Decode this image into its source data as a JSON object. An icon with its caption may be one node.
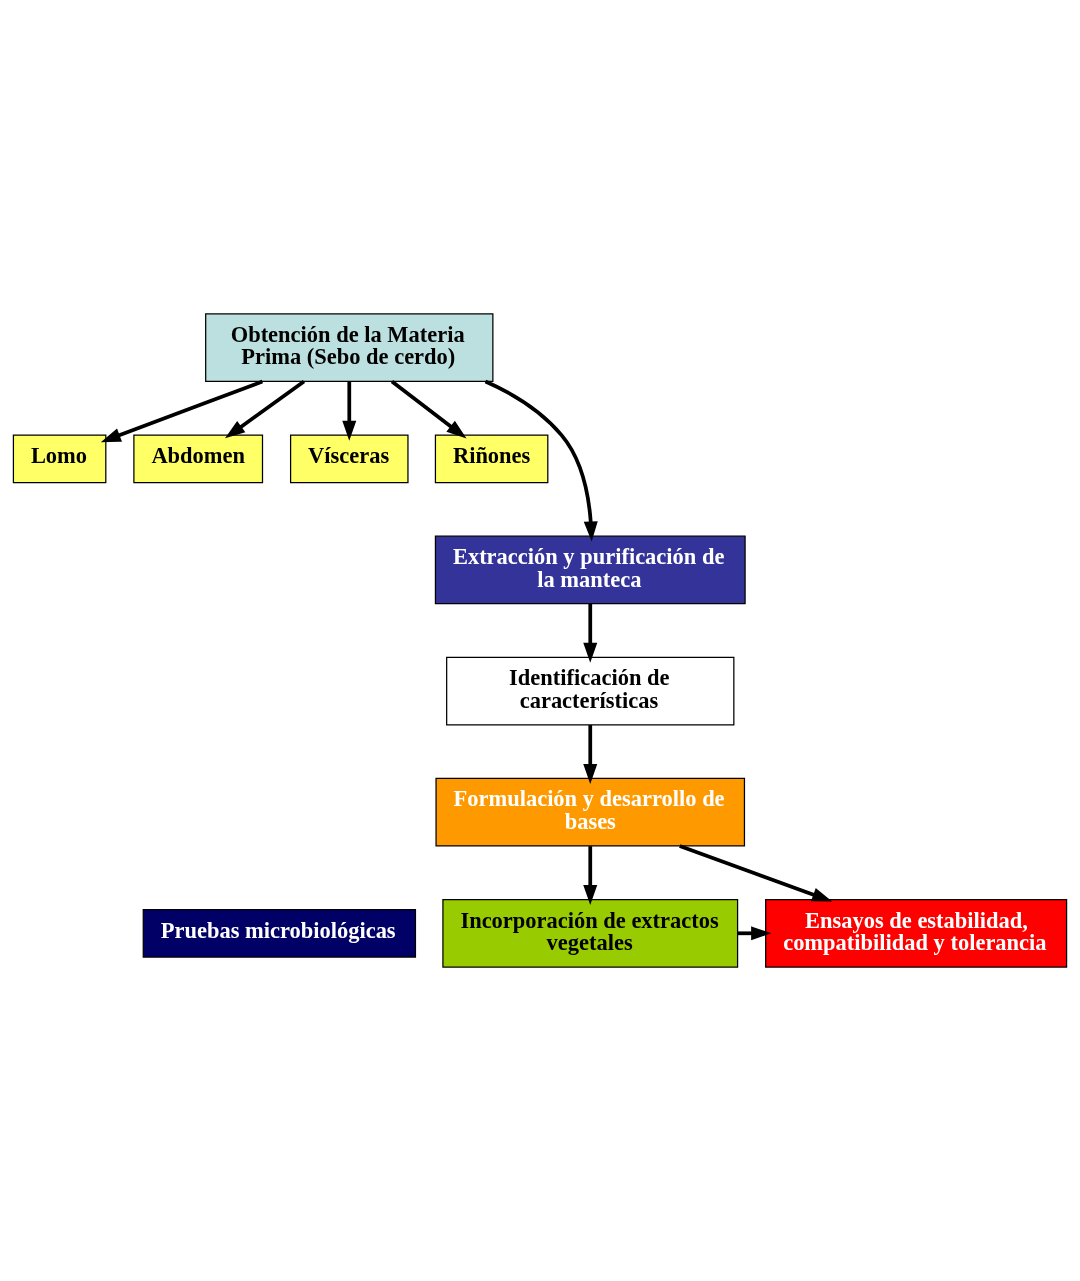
{
  "diagram": {
    "nodes": [
      {
        "text": [
          "Obtención de la Materia Prima (Sebo de cerdo)"
        ]
      },
      {
        "text": [
          "Lomo"
        ]
      },
      {
        "text": [
          "Abdomen"
        ]
      },
      {
        "text": [
          "Vísceras"
        ]
      },
      {
        "text": [
          "Riñones"
        ]
      },
      {
        "text": [
          "Extracción y purificación de la manteca"
        ]
      },
      {
        "text": [
          "Identificación de características"
        ]
      },
      {
        "text": [
          "Formulación y desarrollo de bases"
        ]
      },
      {
        "text": [
          "Pruebas microbiológicas"
        ]
      },
      {
        "text": [
          "Incorporación de extractos vegetales"
        ]
      },
      {
        "text": [
          "Ensayos de estabilidad, compatibilidad y tolerancia"
        ]
      }
    ],
    "edges": [
      {
        "from": 0,
        "to": 1,
        "arrow": "to"
      },
      {
        "from": 0,
        "to": 2,
        "arrow": "to"
      },
      {
        "from": 0,
        "to": 3,
        "arrow": "to"
      },
      {
        "from": 0,
        "to": 4,
        "arrow": "to"
      },
      {
        "from": 0,
        "to": 5,
        "arrow": "to"
      },
      {
        "from": 5,
        "to": 6,
        "arrow": "to"
      },
      {
        "from": 6,
        "to": 7,
        "arrow": "to"
      },
      {
        "from": 7,
        "to": 9,
        "arrow": "to"
      },
      {
        "from": 7,
        "to": 10,
        "arrow": "to"
      },
      {
        "from": 9,
        "to": 10,
        "arrow": "to"
      }
    ]
  }
}
